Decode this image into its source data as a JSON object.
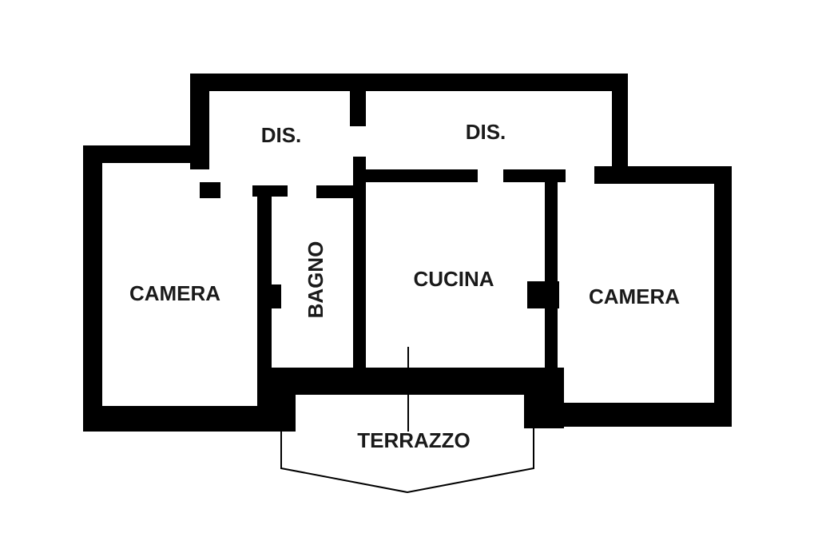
{
  "plan": {
    "colors": {
      "wall": "#000000",
      "background": "#ffffff",
      "label": "#1a1a1a"
    },
    "rooms": {
      "dis_left": "DIS.",
      "dis_right": "DIS.",
      "camera_left": "CAMERA",
      "bagno": "BAGNO",
      "cucina": "CUCINA",
      "camera_right": "CAMERA",
      "terrazzo": "TERRAZZO"
    }
  }
}
